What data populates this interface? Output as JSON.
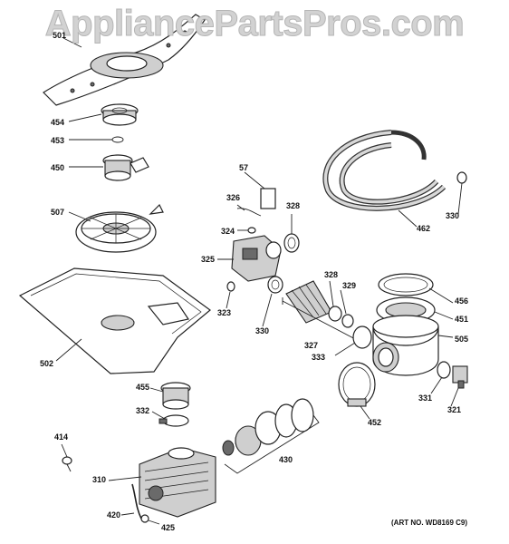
{
  "watermark": "AppliancePartsPros.com",
  "art_number": "(ART NO. WD8169 C9)",
  "labels": {
    "p501": "501",
    "p454": "454",
    "p453": "453",
    "p450": "450",
    "p507": "507",
    "p502": "502",
    "p57": "57",
    "p326": "326",
    "p328a": "328",
    "p324": "324",
    "p325": "325",
    "p323": "323",
    "p330a": "330",
    "p327": "327",
    "p328b": "328",
    "p329": "329",
    "p333": "333",
    "p462": "462",
    "p330b": "330",
    "p456": "456",
    "p451": "451",
    "p505": "505",
    "p331": "331",
    "p321": "321",
    "p452": "452",
    "p455": "455",
    "p332": "332",
    "p414": "414",
    "p310": "310",
    "p420": "420",
    "p425": "425",
    "p430": "430"
  }
}
